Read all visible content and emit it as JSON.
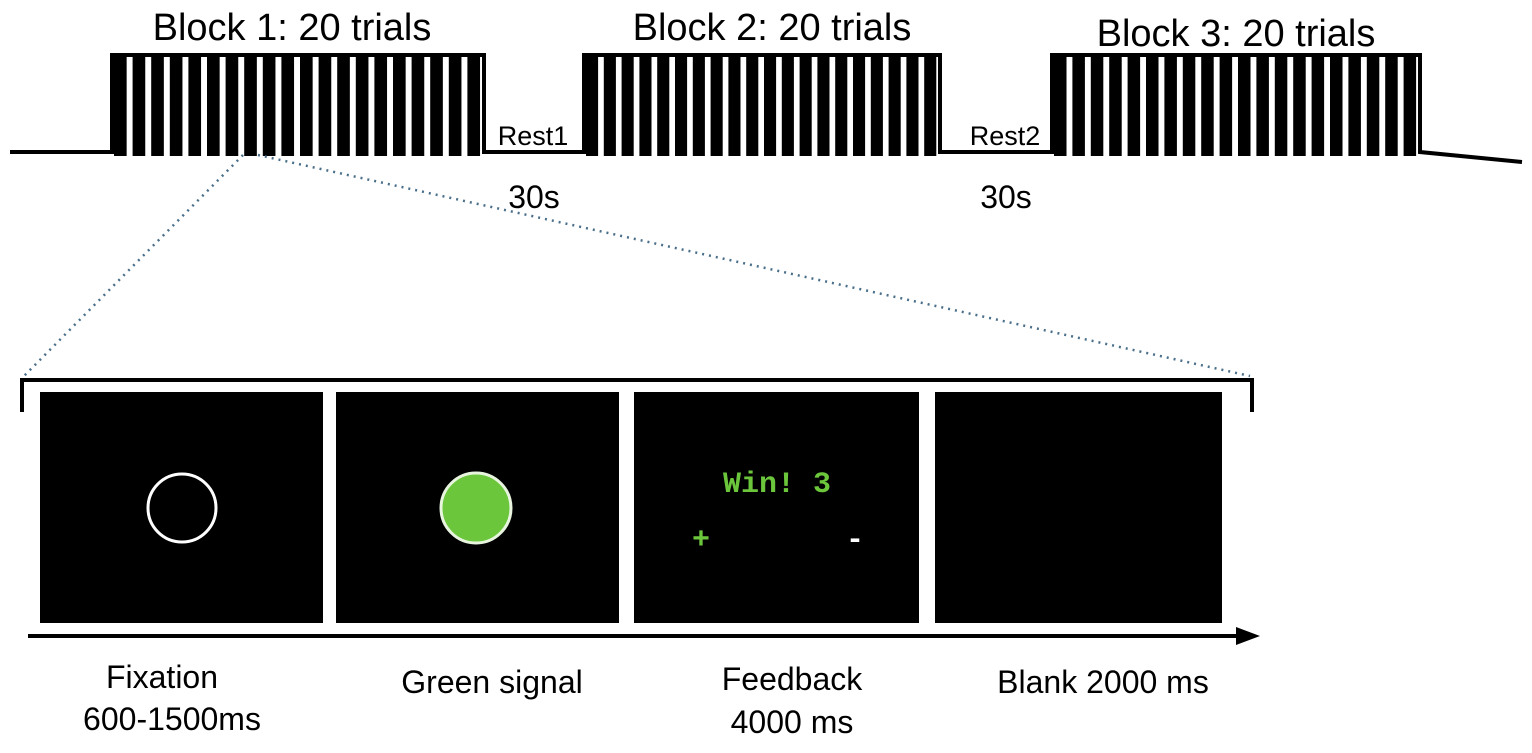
{
  "timeline": {
    "blocks": [
      {
        "label": "Block 1: 20 trials",
        "trials": 20
      },
      {
        "label": "Block 2: 20 trials",
        "trials": 20
      },
      {
        "label": "Block 3: 20 trials",
        "trials": 20
      }
    ],
    "rests": [
      {
        "label": "Rest1",
        "duration": "30s"
      },
      {
        "label": "Rest2",
        "duration": "30s"
      }
    ]
  },
  "trial": {
    "screens": [
      {
        "kind": "fixation",
        "caption_line1": "Fixation",
        "caption_line2": "600-1500ms"
      },
      {
        "kind": "signal",
        "caption_line1": "Green signal",
        "caption_line2": ""
      },
      {
        "kind": "feedback",
        "caption_line1": "Feedback",
        "caption_line2": "4000 ms",
        "feedback_text": "Win! 3",
        "plus_symbol": "+",
        "minus_symbol": "-"
      },
      {
        "kind": "blank",
        "caption_line1": "Blank 2000 ms",
        "caption_line2": ""
      }
    ]
  },
  "colors": {
    "screen_bg": "#000000",
    "signal_green": "#6cc63c",
    "feedback_green": "#6cc63c",
    "ring_white": "#ffffff",
    "zoom_line": "#4a6f8a"
  }
}
